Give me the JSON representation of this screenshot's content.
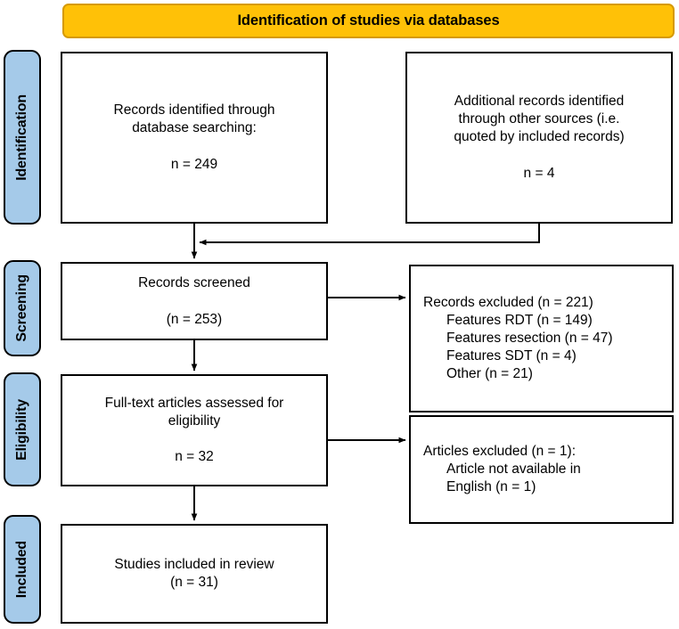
{
  "banner": {
    "title": "Identification of studies via databases"
  },
  "stages": [
    {
      "key": "identification",
      "label": "Identification"
    },
    {
      "key": "screening",
      "label": "Screening"
    },
    {
      "key": "eligibility",
      "label": "Eligibility"
    },
    {
      "key": "included",
      "label": "Included"
    }
  ],
  "boxes": {
    "database_records": {
      "line1": "Records identified through",
      "line2": "database searching:",
      "count": "n = 249"
    },
    "other_records": {
      "line1": "Additional records identified",
      "line2": "through other sources (i.e.",
      "line3": "quoted by included records)",
      "count": "n = 4"
    },
    "records_screened": {
      "line1": "Records screened",
      "count": "(n = 253)"
    },
    "records_excluded": {
      "header": "Records excluded (n = 221)",
      "items": [
        "Features RDT (n = 149)",
        "Features resection (n = 47)",
        "Features SDT (n = 4)",
        "Other (n = 21)"
      ]
    },
    "full_text_assessed": {
      "line1": "Full-text articles assessed for",
      "line2": "eligibility",
      "count": "n = 32"
    },
    "articles_excluded": {
      "header": "Articles excluded (n = 1):",
      "items": [
        "Article not available in",
        "English (n = 1)"
      ]
    },
    "studies_included": {
      "line1": "Studies included in review",
      "count": "(n = 31)"
    }
  },
  "colors": {
    "banner_fill": "#FFC107",
    "banner_border": "#D69A02",
    "stage_fill": "#A5CAE9",
    "outline": "#000000",
    "background": "#FFFFFF"
  },
  "chart_data": {
    "type": "diagram",
    "title": "Identification of studies via databases",
    "diagram_kind": "PRISMA flow diagram",
    "stages": [
      "Identification",
      "Screening",
      "Eligibility",
      "Included"
    ],
    "nodes": [
      {
        "id": "database_records",
        "stage": "Identification",
        "text": "Records identified through database searching:",
        "n": 249
      },
      {
        "id": "other_records",
        "stage": "Identification",
        "text": "Additional records identified through other sources (i.e. quoted by included records)",
        "n": 4
      },
      {
        "id": "records_screened",
        "stage": "Screening",
        "text": "Records screened",
        "n": 253
      },
      {
        "id": "records_excluded",
        "stage": "Screening",
        "text": "Records excluded",
        "n": 221,
        "breakdown": [
          {
            "reason": "Features RDT",
            "n": 149
          },
          {
            "reason": "Features resection",
            "n": 47
          },
          {
            "reason": "Features SDT",
            "n": 4
          },
          {
            "reason": "Other",
            "n": 21
          }
        ]
      },
      {
        "id": "full_text_assessed",
        "stage": "Eligibility",
        "text": "Full-text articles assessed for eligibility",
        "n": 32
      },
      {
        "id": "articles_excluded",
        "stage": "Eligibility",
        "text": "Articles excluded",
        "n": 1,
        "breakdown": [
          {
            "reason": "Article not available in English",
            "n": 1
          }
        ]
      },
      {
        "id": "studies_included",
        "stage": "Included",
        "text": "Studies included in review",
        "n": 31
      }
    ],
    "edges": [
      {
        "from": "database_records",
        "to": "records_screened"
      },
      {
        "from": "other_records",
        "to": "records_screened"
      },
      {
        "from": "records_screened",
        "to": "records_excluded"
      },
      {
        "from": "records_screened",
        "to": "full_text_assessed"
      },
      {
        "from": "full_text_assessed",
        "to": "articles_excluded"
      },
      {
        "from": "full_text_assessed",
        "to": "studies_included"
      }
    ]
  }
}
